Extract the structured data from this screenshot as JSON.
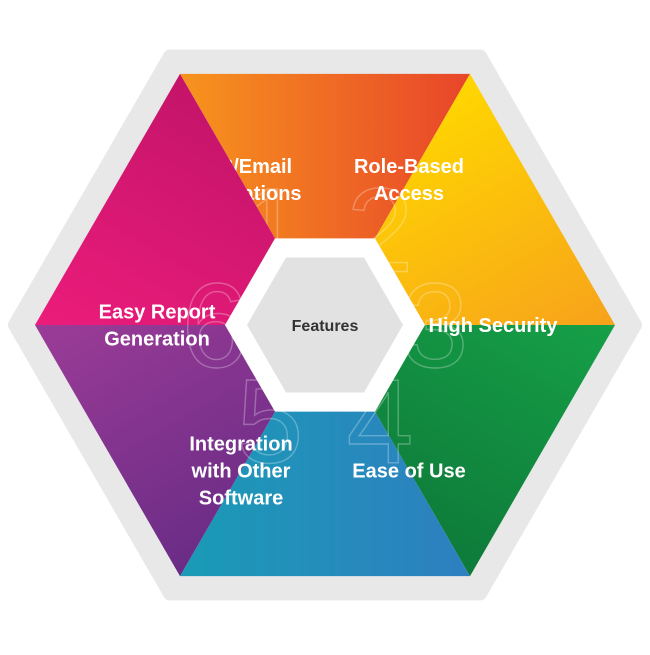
{
  "center": {
    "label": "Features",
    "fill": "#e2e2e2"
  },
  "frame_color": "#e8e8e8",
  "segments": [
    {
      "id": "sms",
      "lines": [
        "SMS/Email",
        "Notifications"
      ],
      "number": "1",
      "colors": [
        "#f7941d",
        "#e8452a"
      ]
    },
    {
      "id": "role",
      "lines": [
        "Role-Based",
        "Access"
      ],
      "number": "2",
      "colors": [
        "#ffd700",
        "#f7a21b"
      ]
    },
    {
      "id": "security",
      "lines": [
        "High Security"
      ],
      "number": "3",
      "colors": [
        "#16a047",
        "#0e7a3a"
      ]
    },
    {
      "id": "ease",
      "lines": [
        "Ease of Use"
      ],
      "number": "4",
      "colors": [
        "#2e7fc0",
        "#1a9bb6"
      ]
    },
    {
      "id": "integration",
      "lines": [
        "Integration",
        "with Other",
        "Software"
      ],
      "number": "5",
      "colors": [
        "#6a2c86",
        "#9b3c97"
      ]
    },
    {
      "id": "report",
      "lines": [
        "Easy Report",
        "Generation"
      ],
      "number": "6",
      "colors": [
        "#ec1c7b",
        "#c4146a"
      ]
    }
  ]
}
